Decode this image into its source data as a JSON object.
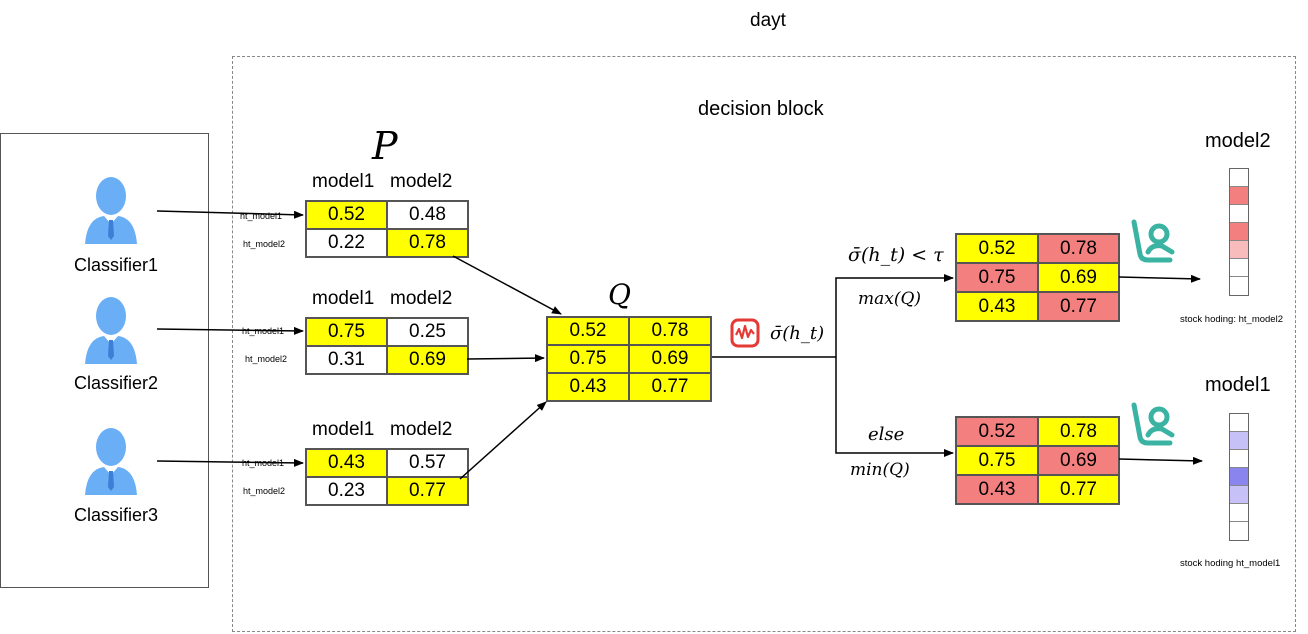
{
  "title": "dayt",
  "decision_block_label": "decision block",
  "classifiers": [
    "Classifier1",
    "Classifier2",
    "Classifier3"
  ],
  "p_label": "P",
  "q_label": "Q",
  "p_tables": [
    {
      "headers": [
        "model1",
        "model2"
      ],
      "rows": [
        {
          "label": "ht_model1",
          "values": [
            "0.52",
            "0.48"
          ]
        },
        {
          "label": "ht_model2",
          "values": [
            "0.22",
            "0.78"
          ]
        }
      ]
    },
    {
      "headers": [
        "model1",
        "model2"
      ],
      "rows": [
        {
          "label": "ht_model1",
          "values": [
            "0.75",
            "0.25"
          ]
        },
        {
          "label": "ht_model2",
          "values": [
            "0.31",
            "0.69"
          ]
        }
      ]
    },
    {
      "headers": [
        "model1",
        "model2"
      ],
      "rows": [
        {
          "label": "ht_model1",
          "values": [
            "0.43",
            "0.57"
          ]
        },
        {
          "label": "ht_model2",
          "values": [
            "0.23",
            "0.77"
          ]
        }
      ]
    }
  ],
  "q_table": [
    [
      "0.52",
      "0.78"
    ],
    [
      "0.75",
      "0.69"
    ],
    [
      "0.43",
      "0.77"
    ]
  ],
  "sigma_label": "σ̄(h_t)",
  "upper_condition": "σ̄(h_t) < τ",
  "upper_op": "max(Q)",
  "lower_condition": "else",
  "lower_op": "min(Q)",
  "max_table": [
    [
      "0.52",
      "0.78"
    ],
    [
      "0.75",
      "0.69"
    ],
    [
      "0.43",
      "0.77"
    ]
  ],
  "min_table": [
    [
      "0.52",
      "0.78"
    ],
    [
      "0.75",
      "0.69"
    ],
    [
      "0.43",
      "0.77"
    ]
  ],
  "output_top": {
    "model": "model2",
    "caption": "stock hoding: ht_model2"
  },
  "output_bottom": {
    "model": "model1",
    "caption": "stock hoding ht_model1"
  },
  "colors": {
    "highlight": "#ffff00",
    "selected_red": "#f47f7f",
    "person": "#6aaef5",
    "agent": "#3bb3a3",
    "chart_icon": "#e53935"
  }
}
